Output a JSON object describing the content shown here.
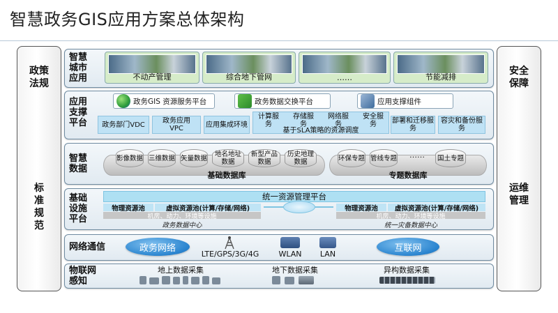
{
  "title": "智慧政务GIS应用方案总体架构",
  "left_panel": {
    "top_label": "政策法规",
    "bottom_label": "标准规范"
  },
  "right_panel": {
    "top_label": "安全保障",
    "bottom_label": "运维管理"
  },
  "layers": {
    "smart_city": {
      "name": "智慧城市应用",
      "apps": [
        "不动产管理",
        "综合地下管网",
        "……",
        "节能减排"
      ]
    },
    "app_support": {
      "name": "应用支撑平台",
      "platforms": [
        "政务GIS 资源服务平台",
        "政务数据交换平台",
        "应用支撑组件"
      ],
      "components": [
        "政务部门VDC",
        "政务应用VPC",
        "应用集成环境",
        "计算服务",
        "存储服务",
        "网络服务",
        "安全服务",
        "部署和迁移服务",
        "容灾和备份服务"
      ],
      "sla_label": "基于SLA策略的资源调度"
    },
    "smart_data": {
      "name": "智慧数据",
      "basic_items": [
        "影像数据",
        "三维数据",
        "矢量数据",
        "地名地址数据",
        "新型产品数据",
        "历史地理数据"
      ],
      "basic_label": "基础数据库",
      "topic_items": [
        "环保专题",
        "管线专题",
        "……",
        "国土专题"
      ],
      "topic_label": "专题数据库"
    },
    "infrastructure": {
      "name": "基础设施平台",
      "unified_platform": "统一资源管理平台",
      "left_center": {
        "physical_pool": "物理资源池",
        "virtual_pool": "虚拟资源池(计算/存储/网络)",
        "facility": "机房、动力、环境等设施",
        "center_name": "政务数据中心"
      },
      "right_center": {
        "physical_pool": "物理资源池",
        "virtual_pool": "虚拟资源池(计算/存储/网络)",
        "facility": "机房、动力、环境等设施",
        "center_name": "统一灾备数据中心"
      }
    },
    "network": {
      "name": "网络通信",
      "gov_network": "政务网络",
      "lte": "LTE/GPS/3G/4G",
      "wlan": "WLAN",
      "lan": "LAN",
      "internet": "互联网"
    },
    "iot": {
      "name": "物联网感知",
      "ground": "地上数据采集",
      "underground": "地下数据采集",
      "heterogeneous": "异构数据采集"
    }
  }
}
